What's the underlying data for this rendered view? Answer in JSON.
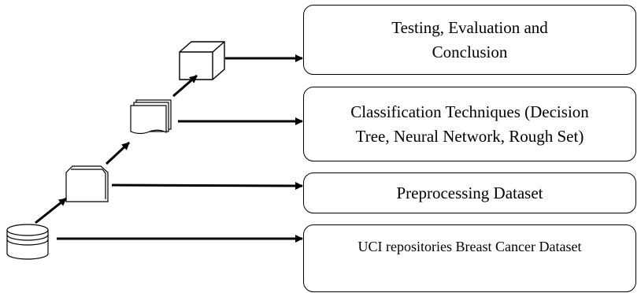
{
  "boxes": {
    "testing": [
      "Testing, Evaluation and",
      "Conclusion"
    ],
    "classification": [
      "Classification Techniques (Decision",
      "Tree, Neural Network, Rough Set)"
    ],
    "preprocessing": [
      "Preprocessing Dataset"
    ],
    "uci": [
      "UCI repositories Breast Cancer Dataset"
    ]
  },
  "icons": [
    "database-icon",
    "document-icon",
    "stacked-documents-icon",
    "cube-icon"
  ],
  "colors": {
    "line": "#000000",
    "background": "#ffffff"
  }
}
